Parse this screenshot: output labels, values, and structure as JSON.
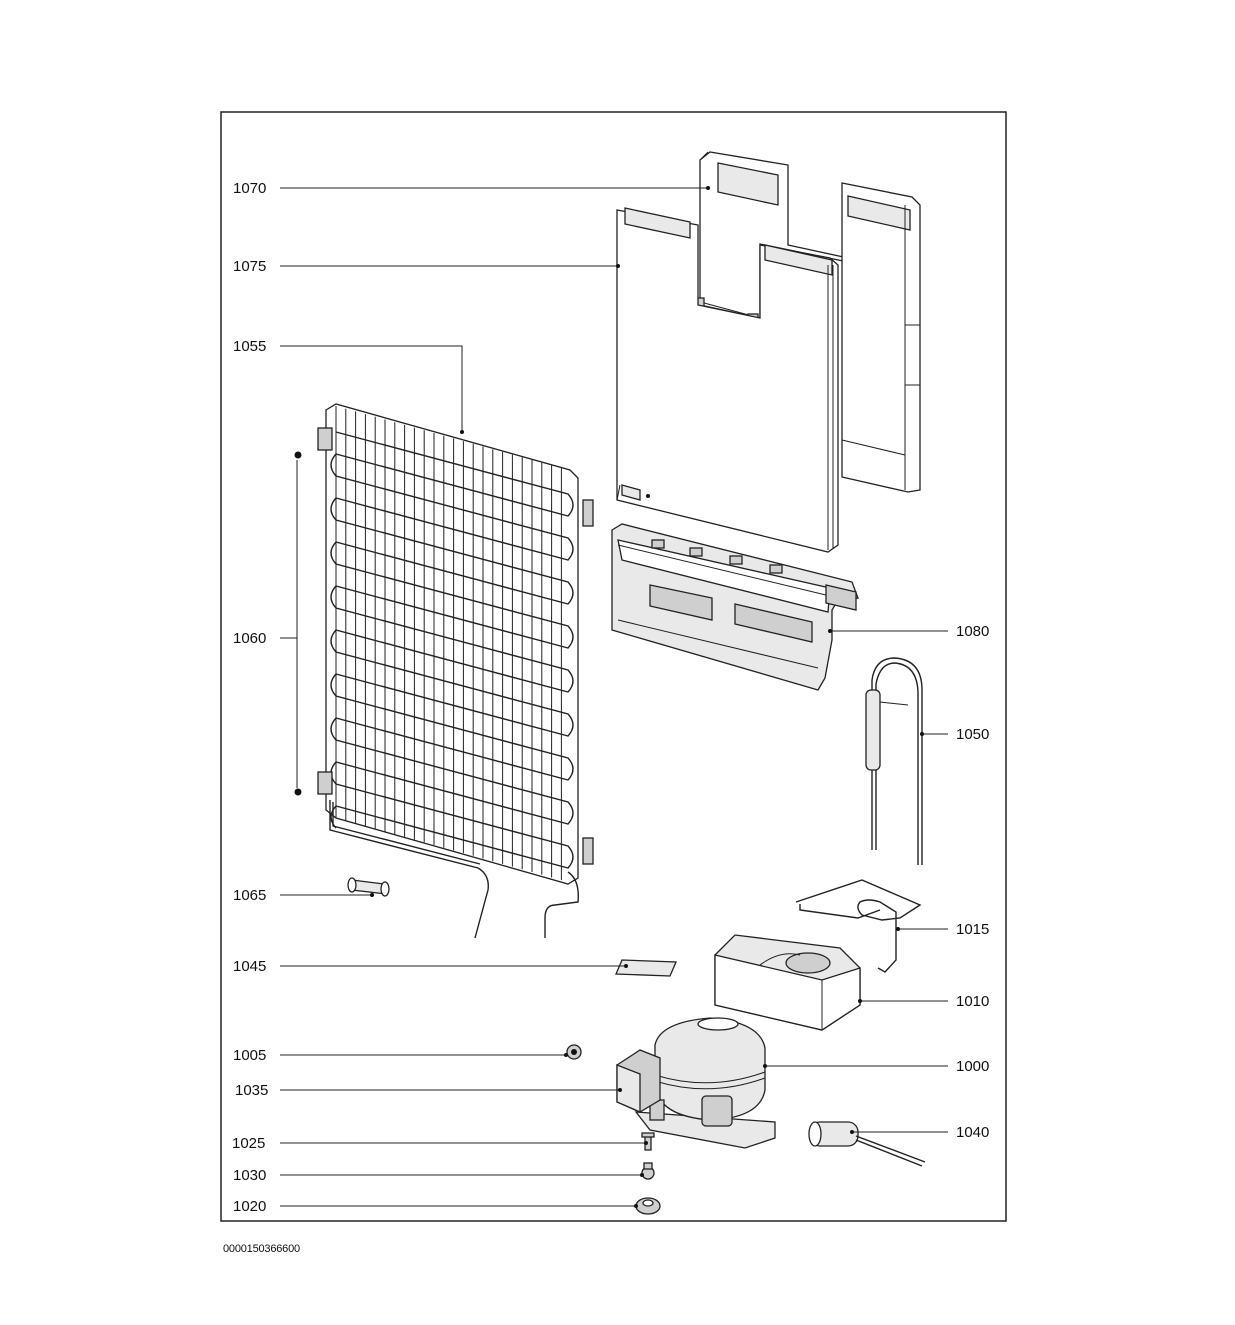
{
  "labels": {
    "l1070": "1070",
    "l1075": "1075",
    "l1055": "1055",
    "l1060": "1060",
    "l1065": "1065",
    "l1045": "1045",
    "l1005": "1005",
    "l1035": "1035",
    "l1025": "1025",
    "l1030": "1030",
    "l1020": "1020",
    "l1080": "1080",
    "l1050": "1050",
    "l1015": "1015",
    "l1010": "1010",
    "l1000": "1000",
    "l1040": "1040"
  },
  "document_id": "0000150366600"
}
